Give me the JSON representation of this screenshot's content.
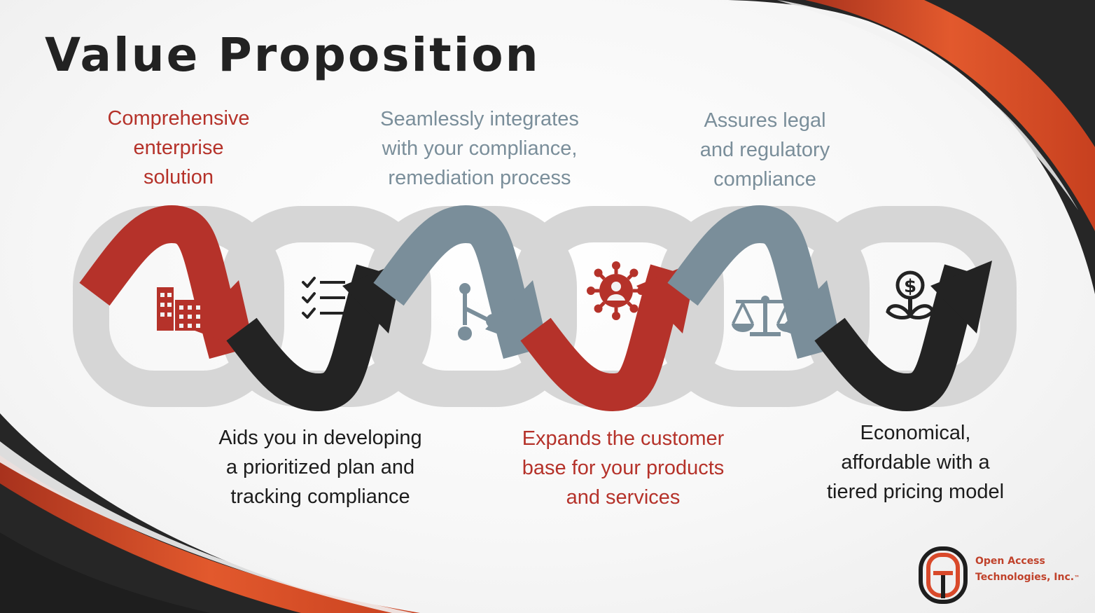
{
  "title": "Value Proposition",
  "colors": {
    "red": "#b5322a",
    "slate": "#7a8e9a",
    "black": "#232323",
    "track": "#d6d6d6",
    "orange": "#e0562e"
  },
  "steps": [
    {
      "position": "top",
      "icon": "office-building-icon",
      "lines": [
        "Comprehensive",
        "enterprise",
        "solution"
      ],
      "text_color": "#b5322a"
    },
    {
      "position": "bottom",
      "icon": "checklist-icon",
      "lines": [
        "Aids you in developing",
        "a prioritized plan and",
        "tracking compliance"
      ],
      "text_color": "#1c1c1c"
    },
    {
      "position": "top",
      "icon": "git-branch-icon",
      "lines": [
        "Seamlessly integrates",
        "with your compliance,",
        "remediation process"
      ],
      "text_color": "#7a8e9a"
    },
    {
      "position": "bottom",
      "icon": "customer-network-icon",
      "lines": [
        "Expands the customer",
        "base for your products",
        "and services"
      ],
      "text_color": "#b5322a"
    },
    {
      "position": "top",
      "icon": "balance-scale-icon",
      "lines": [
        "Assures legal",
        "and regulatory",
        "compliance"
      ],
      "text_color": "#7a8e9a"
    },
    {
      "position": "bottom",
      "icon": "money-plant-icon",
      "lines": [
        "Economical,",
        "affordable with a",
        "tiered pricing model"
      ],
      "text_color": "#1c1c1c"
    }
  ],
  "logo": {
    "line1": "Open Access",
    "line2": "Technologies, Inc.",
    "trademark": "™"
  }
}
